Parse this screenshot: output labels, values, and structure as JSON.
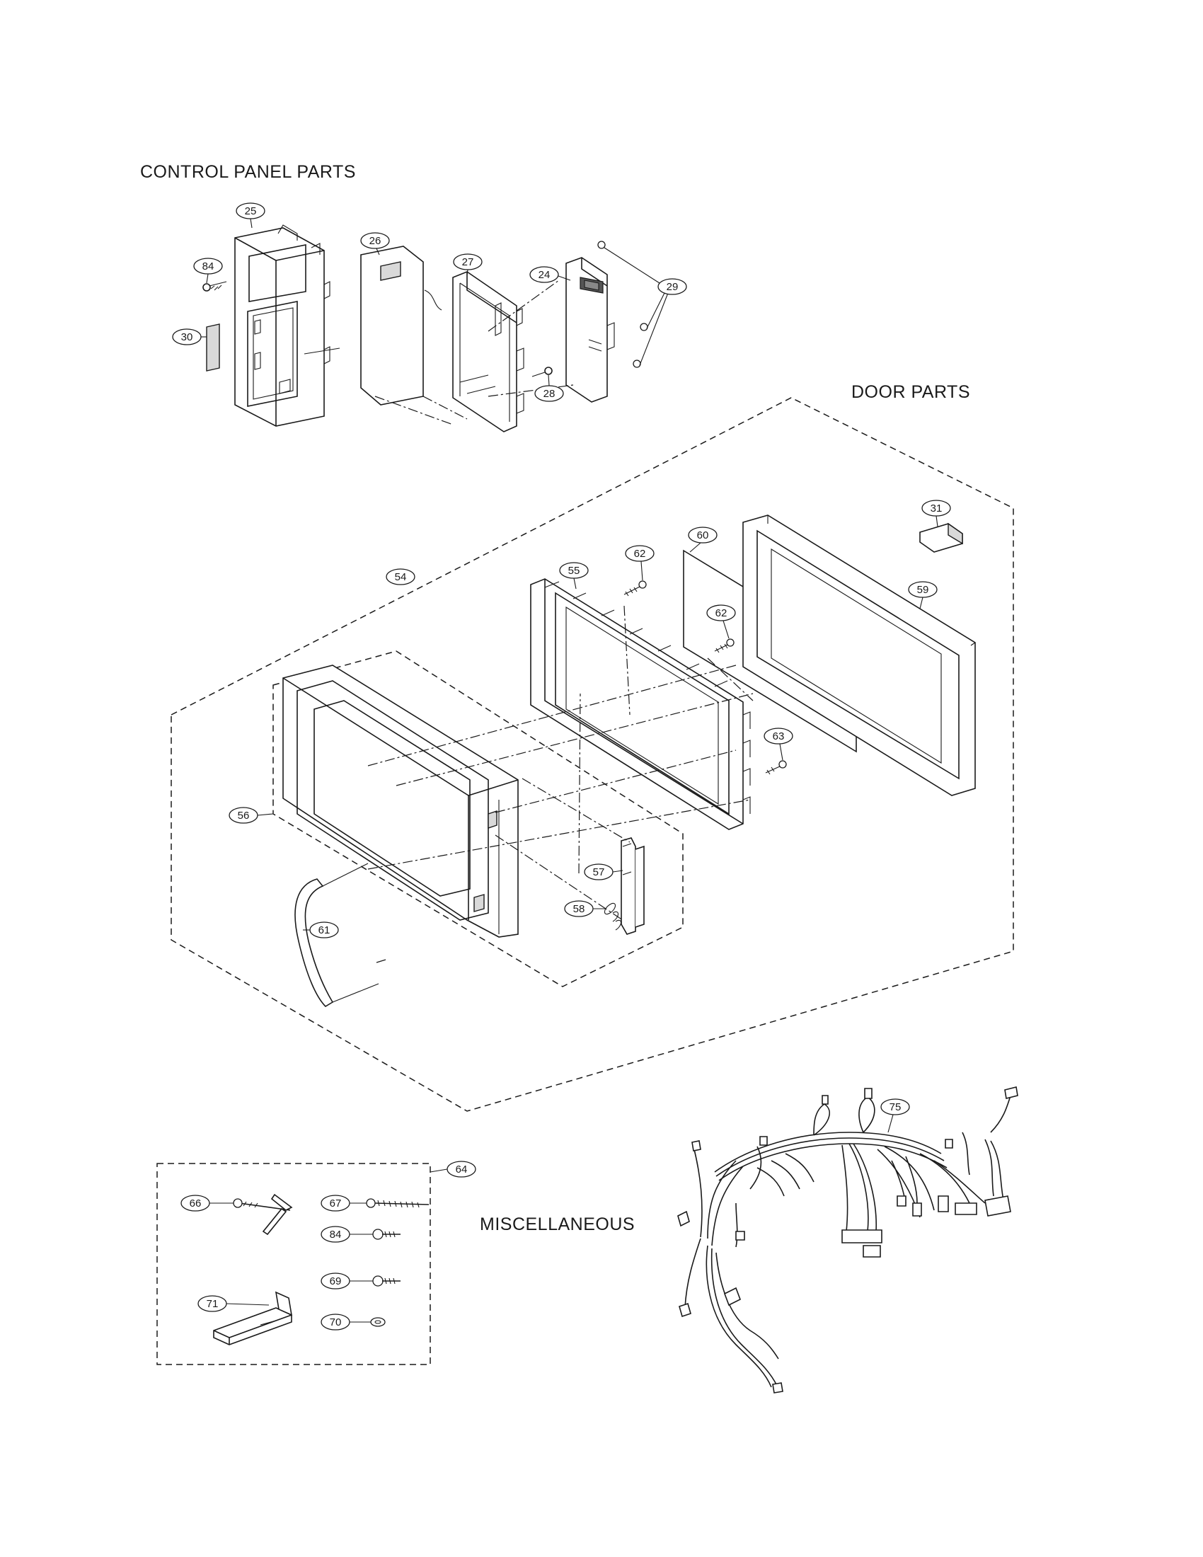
{
  "sections": {
    "control_panel": "CONTROL PANEL PARTS",
    "door": "DOOR PARTS",
    "misc": "MISCELLANEOUS"
  },
  "callouts": {
    "c25": "25",
    "c84a": "84",
    "c30": "30",
    "c26": "26",
    "c27": "27",
    "c24": "24",
    "c29": "29",
    "c28": "28",
    "c31": "31",
    "c60": "60",
    "c62a": "62",
    "c62b": "62",
    "c55": "55",
    "c54": "54",
    "c59": "59",
    "c63": "63",
    "c56": "56",
    "c57": "57",
    "c58": "58",
    "c61": "61",
    "c75": "75",
    "c64": "64",
    "c66": "66",
    "c67": "67",
    "c84b": "84",
    "c69": "69",
    "c71": "71",
    "c70": "70"
  }
}
